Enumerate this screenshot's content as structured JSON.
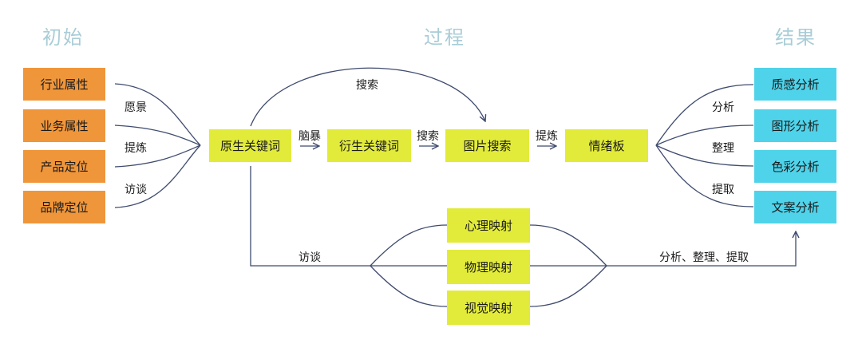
{
  "headings": {
    "start": "初始",
    "process": "过程",
    "result": "结果"
  },
  "sources": [
    "行业属性",
    "业务属性",
    "产品定位",
    "品牌定位"
  ],
  "source_edge_labels": [
    "愿景",
    "提炼",
    "访谈"
  ],
  "process": {
    "root": "原生关键词",
    "derived": "衍生关键词",
    "image_search": "图片搜索",
    "moodboard": "情绪板",
    "edge_brainstorm": "脑暴",
    "edge_search": "搜索",
    "edge_refine": "提炼",
    "arc_search": "搜索"
  },
  "mappings": {
    "items": [
      "心理映射",
      "物理映射",
      "视觉映射"
    ],
    "edge_interview": "访谈",
    "edge_out": "分析、整理、提取"
  },
  "results": {
    "items": [
      "质感分析",
      "图形分析",
      "色彩分析",
      "文案分析"
    ],
    "edge_labels": [
      "分析",
      "整理",
      "提取"
    ]
  },
  "colors": {
    "heading": "#a9cdd7",
    "source_fill": "#f0963a",
    "process_fill": "#e2eb3a",
    "result_fill": "#4fd3ea",
    "line": "#3f4b6e"
  }
}
